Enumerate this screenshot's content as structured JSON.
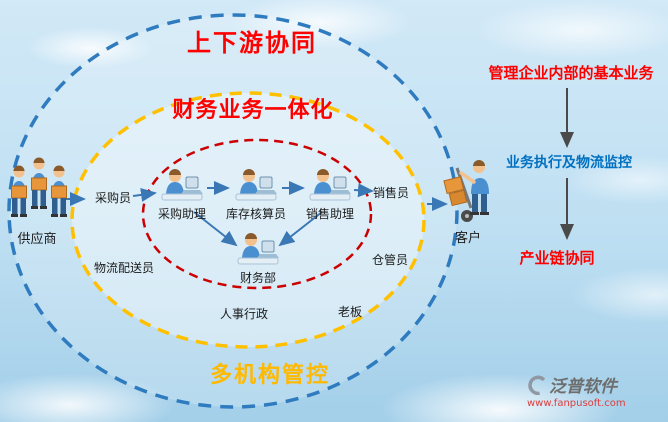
{
  "rings": {
    "outer_label": "上下游协同",
    "middle_label": "财务业务一体化",
    "bottom_label": "多机构管控"
  },
  "inner_roles": {
    "purchase_assistant": "采购助理",
    "inventory_accountant": "库存核算员",
    "sales_assistant": "销售助理",
    "finance_dept": "财务部"
  },
  "middle_roles": {
    "purchaser": "采购员",
    "sales_rep": "销售员",
    "logistics_courier": "物流配送员",
    "warehouse_keeper": "仓管员",
    "hr_admin": "人事行政",
    "boss": "老板"
  },
  "outer_roles": {
    "supplier": "供应商",
    "customer": "客户"
  },
  "side_notes": {
    "note1": "管理企业内部的基本业务",
    "note2": "业务执行及物流监控",
    "note3": "产业链协同"
  },
  "logo": {
    "name": "泛普软件",
    "site": "www.fanpusoft.com"
  },
  "colors": {
    "outer_ring": "#2f7bbf",
    "middle_ring": "#ffc000",
    "inner_ring": "#cc0000",
    "title_red": "#ff0000",
    "note_blue": "#0070c0",
    "bottom_title_orange": "#ffb900",
    "arrow_blue": "#3a78b5"
  }
}
